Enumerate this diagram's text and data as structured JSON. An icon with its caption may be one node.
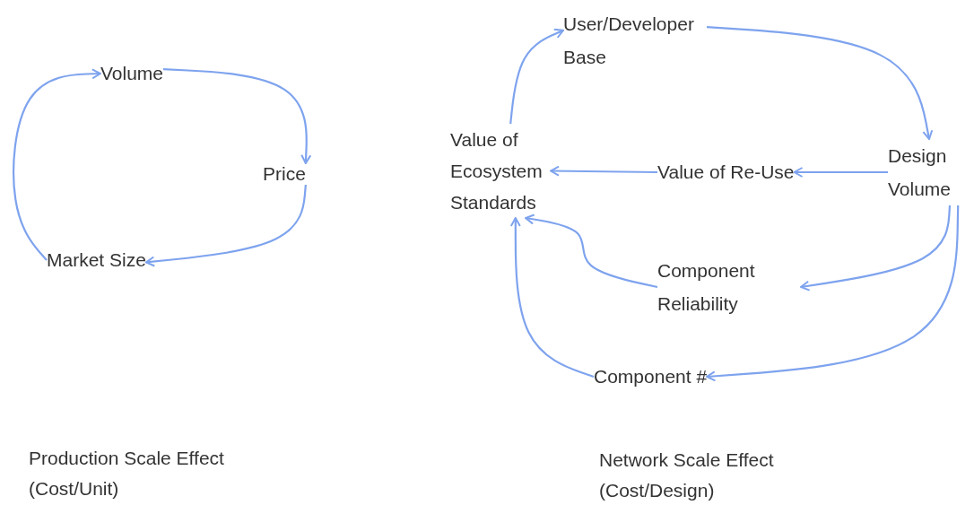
{
  "diagram": {
    "nodes": [
      {
        "text": [
          "Volume"
        ]
      },
      {
        "text": [
          "Price"
        ]
      },
      {
        "text": [
          "Market Size"
        ]
      },
      {
        "text": [
          "User/Developer Base"
        ]
      },
      {
        "text": [
          "Value of Ecosystem Standards"
        ]
      },
      {
        "text": [
          "Value of Re-Use"
        ]
      },
      {
        "text": [
          "Design Volume"
        ]
      },
      {
        "text": [
          "Component Reliability"
        ]
      },
      {
        "text": [
          "Component #"
        ]
      }
    ],
    "edges": [
      {
        "from": 0,
        "to": 1,
        "arrow": "to"
      },
      {
        "from": 1,
        "to": 2,
        "arrow": "to"
      },
      {
        "from": 2,
        "to": 0,
        "arrow": "to"
      },
      {
        "from": 4,
        "to": 3,
        "arrow": "to"
      },
      {
        "from": 3,
        "to": 6,
        "arrow": "to"
      },
      {
        "from": 6,
        "to": 5,
        "arrow": "to"
      },
      {
        "from": 5,
        "to": 4,
        "arrow": "to"
      },
      {
        "from": 6,
        "to": 7,
        "arrow": "to"
      },
      {
        "from": 6,
        "to": 8,
        "arrow": "to"
      },
      {
        "from": 7,
        "to": 4,
        "arrow": "to"
      },
      {
        "from": 8,
        "to": 4,
        "arrow": "to"
      }
    ],
    "labels": [
      "Production Scale Effect (Cost/Unit)",
      "Network Scale Effect (Cost/Design)"
    ]
  }
}
